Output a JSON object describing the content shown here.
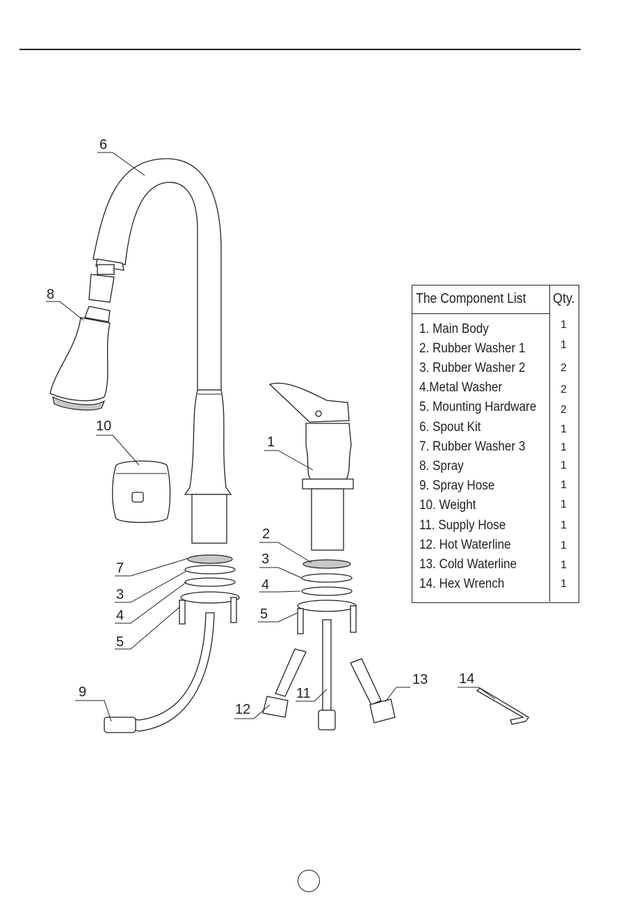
{
  "callouts": [
    "6",
    "8",
    "10",
    "7",
    "3",
    "4",
    "5",
    "9",
    "1",
    "2",
    "3",
    "4",
    "5",
    "12",
    "11",
    "13",
    "14"
  ],
  "component_table": {
    "header_name": "The Component List",
    "header_qty": "Qty.",
    "rows": [
      {
        "name": "1. Main Body",
        "qty": "1"
      },
      {
        "name": "2. Rubber Washer 1",
        "qty": "1"
      },
      {
        "name": "3. Rubber Washer 2",
        "qty": "2"
      },
      {
        "name": "4.Metal Washer",
        "qty": "2"
      },
      {
        "name": "5. Mounting Hardware",
        "qty": "2"
      },
      {
        "name": "6. Spout Kit",
        "qty": "1"
      },
      {
        "name": "7. Rubber Washer 3",
        "qty": "1"
      },
      {
        "name": "8. Spray",
        "qty": "1"
      },
      {
        "name": "9. Spray Hose",
        "qty": "1"
      },
      {
        "name": "10. Weight",
        "qty": "1"
      },
      {
        "name": "11. Supply Hose",
        "qty": "1"
      },
      {
        "name": "12. Hot Waterline",
        "qty": "1"
      },
      {
        "name": "13. Cold Waterline",
        "qty": "1"
      },
      {
        "name": "14. Hex Wrench",
        "qty": "1"
      }
    ]
  }
}
